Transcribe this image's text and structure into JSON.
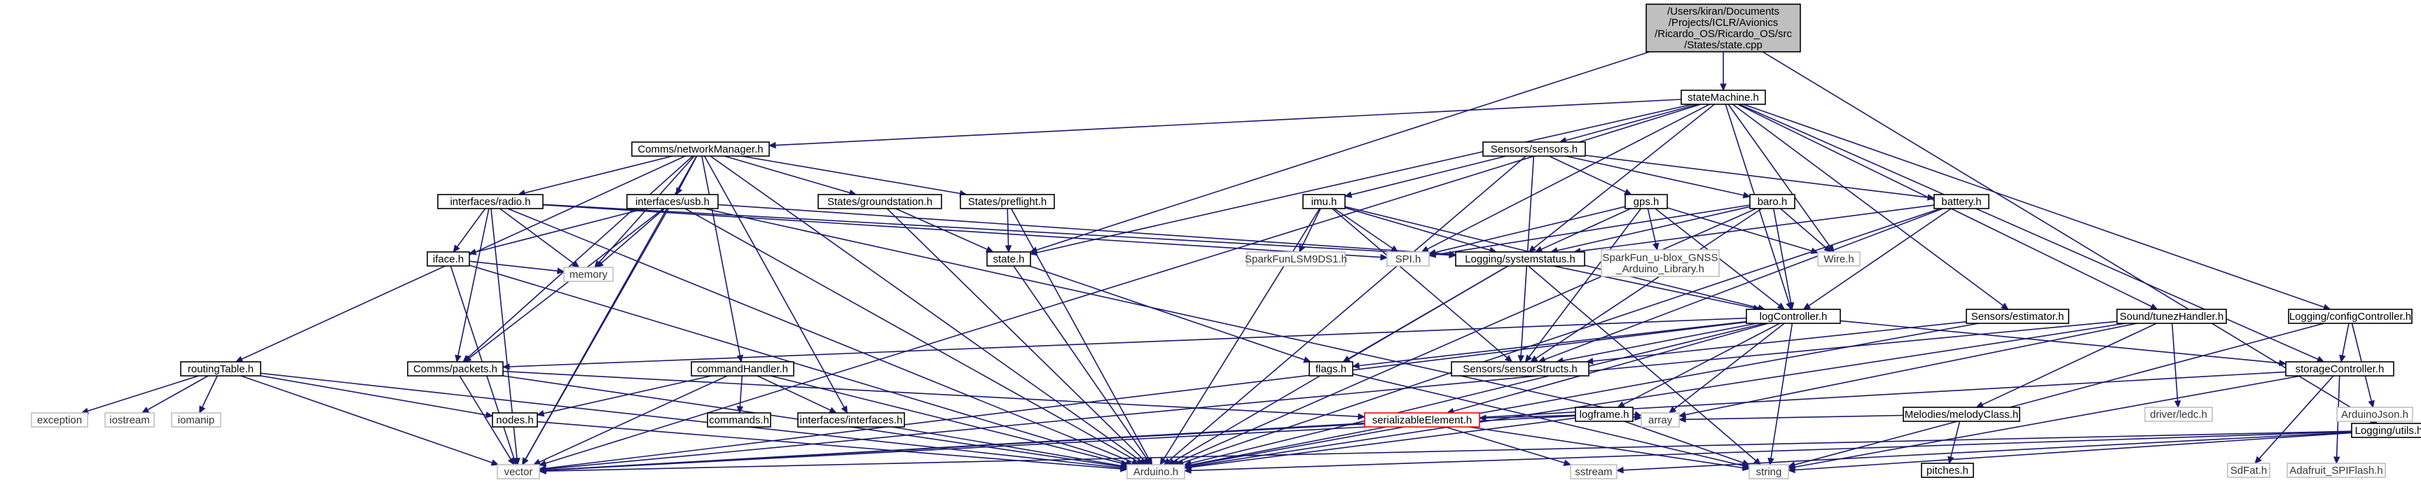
{
  "graph": {
    "colors": {
      "edge": "#191970",
      "node_border": "#000000",
      "root_fill": "#bfbfbf",
      "system_border": "#bfbfbf",
      "error_border": "#ff0000"
    },
    "nodes": [
      {
        "id": "state_cpp",
        "lines": [
          "/Users/kiran/Documents",
          "/Projects/ICLR/Avionics",
          "/Ricardo_OS/Ricardo_OS/src",
          "/States/state.cpp"
        ],
        "kind": "root"
      },
      {
        "id": "stateMachine",
        "lines": [
          "stateMachine.h"
        ],
        "kind": "normal"
      },
      {
        "id": "networkManager",
        "lines": [
          "Comms/networkManager.h"
        ],
        "kind": "normal"
      },
      {
        "id": "sensors",
        "lines": [
          "Sensors/sensors.h"
        ],
        "kind": "normal"
      },
      {
        "id": "radio",
        "lines": [
          "interfaces/radio.h"
        ],
        "kind": "normal"
      },
      {
        "id": "usb",
        "lines": [
          "interfaces/usb.h"
        ],
        "kind": "normal"
      },
      {
        "id": "groundstation",
        "lines": [
          "States/groundstation.h"
        ],
        "kind": "normal"
      },
      {
        "id": "preflight",
        "lines": [
          "States/preflight.h"
        ],
        "kind": "normal"
      },
      {
        "id": "imu",
        "lines": [
          "imu.h"
        ],
        "kind": "normal"
      },
      {
        "id": "gps",
        "lines": [
          "gps.h"
        ],
        "kind": "normal"
      },
      {
        "id": "baro",
        "lines": [
          "baro.h"
        ],
        "kind": "normal"
      },
      {
        "id": "battery",
        "lines": [
          "battery.h"
        ],
        "kind": "normal"
      },
      {
        "id": "iface",
        "lines": [
          "iface.h"
        ],
        "kind": "normal"
      },
      {
        "id": "memory",
        "lines": [
          "memory"
        ],
        "kind": "system"
      },
      {
        "id": "spi",
        "lines": [
          "SPI.h"
        ],
        "kind": "system"
      },
      {
        "id": "state_h",
        "lines": [
          "state.h"
        ],
        "kind": "normal"
      },
      {
        "id": "lsm9ds1",
        "lines": [
          "SparkFunLSM9DS1.h"
        ],
        "kind": "system"
      },
      {
        "id": "systemstatus",
        "lines": [
          "Logging/systemstatus.h"
        ],
        "kind": "normal"
      },
      {
        "id": "ublox",
        "lines": [
          "SparkFun_u-blox_GNSS",
          "_Arduino_Library.h"
        ],
        "kind": "system"
      },
      {
        "id": "wire",
        "lines": [
          "Wire.h"
        ],
        "kind": "system"
      },
      {
        "id": "estimator",
        "lines": [
          "Sensors/estimator.h"
        ],
        "kind": "normal"
      },
      {
        "id": "tunezHandler",
        "lines": [
          "Sound/tunezHandler.h"
        ],
        "kind": "normal"
      },
      {
        "id": "configController",
        "lines": [
          "Logging/configController.h"
        ],
        "kind": "normal"
      },
      {
        "id": "logController",
        "lines": [
          "logController.h"
        ],
        "kind": "normal"
      },
      {
        "id": "routingTable",
        "lines": [
          "routingTable.h"
        ],
        "kind": "normal"
      },
      {
        "id": "packets",
        "lines": [
          "Comms/packets.h"
        ],
        "kind": "normal"
      },
      {
        "id": "commandHandler",
        "lines": [
          "commandHandler.h"
        ],
        "kind": "normal"
      },
      {
        "id": "flags",
        "lines": [
          "flags.h"
        ],
        "kind": "normal"
      },
      {
        "id": "sensorStructs",
        "lines": [
          "Sensors/sensorStructs.h"
        ],
        "kind": "normal"
      },
      {
        "id": "logframe",
        "lines": [
          "logframe.h"
        ],
        "kind": "normal"
      },
      {
        "id": "melodyClass",
        "lines": [
          "Melodies/melodyClass.h"
        ],
        "kind": "normal"
      },
      {
        "id": "ledc",
        "lines": [
          "driver/ledc.h"
        ],
        "kind": "system"
      },
      {
        "id": "storageController",
        "lines": [
          "storageController.h"
        ],
        "kind": "normal"
      },
      {
        "id": "arduinojson",
        "lines": [
          "ArduinoJson.h"
        ],
        "kind": "system"
      },
      {
        "id": "exception",
        "lines": [
          "exception"
        ],
        "kind": "system"
      },
      {
        "id": "iostream",
        "lines": [
          "iostream"
        ],
        "kind": "system"
      },
      {
        "id": "iomanip",
        "lines": [
          "iomanip"
        ],
        "kind": "system"
      },
      {
        "id": "nodes",
        "lines": [
          "nodes.h"
        ],
        "kind": "normal"
      },
      {
        "id": "commands",
        "lines": [
          "commands.h"
        ],
        "kind": "normal"
      },
      {
        "id": "interfaces",
        "lines": [
          "interfaces/interfaces.h"
        ],
        "kind": "normal"
      },
      {
        "id": "serializable",
        "lines": [
          "serializableElement.h"
        ],
        "kind": "red"
      },
      {
        "id": "array",
        "lines": [
          "array"
        ],
        "kind": "system"
      },
      {
        "id": "pitches",
        "lines": [
          "pitches.h"
        ],
        "kind": "normal"
      },
      {
        "id": "sdfat",
        "lines": [
          "SdFat.h"
        ],
        "kind": "system"
      },
      {
        "id": "adafruit",
        "lines": [
          "Adafruit_SPIFlash.h"
        ],
        "kind": "system"
      },
      {
        "id": "loggingUtils",
        "lines": [
          "Logging/utils.h"
        ],
        "kind": "normal"
      },
      {
        "id": "vector",
        "lines": [
          "vector"
        ],
        "kind": "system"
      },
      {
        "id": "arduino",
        "lines": [
          "Arduino.h"
        ],
        "kind": "system"
      },
      {
        "id": "sstream",
        "lines": [
          "sstream"
        ],
        "kind": "system"
      },
      {
        "id": "string",
        "lines": [
          "string"
        ],
        "kind": "system"
      }
    ],
    "edges": [
      [
        "state_cpp",
        "stateMachine"
      ],
      [
        "state_cpp",
        "state_h"
      ],
      [
        "state_cpp",
        "loggingUtils"
      ],
      [
        "stateMachine",
        "networkManager"
      ],
      [
        "stateMachine",
        "sensors"
      ],
      [
        "stateMachine",
        "state_h"
      ],
      [
        "stateMachine",
        "spi"
      ],
      [
        "stateMachine",
        "systemstatus"
      ],
      [
        "stateMachine",
        "wire"
      ],
      [
        "stateMachine",
        "estimator"
      ],
      [
        "stateMachine",
        "tunezHandler"
      ],
      [
        "stateMachine",
        "configController"
      ],
      [
        "stateMachine",
        "logController"
      ],
      [
        "stateMachine",
        "storageController"
      ],
      [
        "stateMachine",
        "vector"
      ],
      [
        "networkManager",
        "radio"
      ],
      [
        "networkManager",
        "usb"
      ],
      [
        "networkManager",
        "groundstation"
      ],
      [
        "networkManager",
        "preflight"
      ],
      [
        "networkManager",
        "memory"
      ],
      [
        "networkManager",
        "routingTable"
      ],
      [
        "networkManager",
        "packets"
      ],
      [
        "networkManager",
        "commandHandler"
      ],
      [
        "networkManager",
        "interfaces"
      ],
      [
        "networkManager",
        "vector"
      ],
      [
        "networkManager",
        "arduino"
      ],
      [
        "sensors",
        "imu"
      ],
      [
        "sensors",
        "gps"
      ],
      [
        "sensors",
        "baro"
      ],
      [
        "sensors",
        "battery"
      ],
      [
        "sensors",
        "arduino"
      ],
      [
        "sensors",
        "sensorStructs"
      ],
      [
        "radio",
        "iface"
      ],
      [
        "radio",
        "spi"
      ],
      [
        "radio",
        "memory"
      ],
      [
        "radio",
        "packets"
      ],
      [
        "radio",
        "vector"
      ],
      [
        "radio",
        "arduino"
      ],
      [
        "radio",
        "systemstatus"
      ],
      [
        "usb",
        "iface"
      ],
      [
        "usb",
        "memory"
      ],
      [
        "usb",
        "packets"
      ],
      [
        "usb",
        "vector"
      ],
      [
        "usb",
        "arduino"
      ],
      [
        "usb",
        "array"
      ],
      [
        "usb",
        "systemstatus"
      ],
      [
        "groundstation",
        "state_h"
      ],
      [
        "groundstation",
        "arduino"
      ],
      [
        "preflight",
        "state_h"
      ],
      [
        "preflight",
        "arduino"
      ],
      [
        "imu",
        "spi"
      ],
      [
        "imu",
        "lsm9ds1"
      ],
      [
        "imu",
        "systemstatus"
      ],
      [
        "imu",
        "logController"
      ],
      [
        "imu",
        "sensorStructs"
      ],
      [
        "imu",
        "arduino"
      ],
      [
        "gps",
        "spi"
      ],
      [
        "gps",
        "ublox"
      ],
      [
        "gps",
        "wire"
      ],
      [
        "gps",
        "systemstatus"
      ],
      [
        "gps",
        "logController"
      ],
      [
        "gps",
        "sensorStructs"
      ],
      [
        "baro",
        "spi"
      ],
      [
        "baro",
        "wire"
      ],
      [
        "baro",
        "systemstatus"
      ],
      [
        "baro",
        "logController"
      ],
      [
        "baro",
        "sensorStructs"
      ],
      [
        "baro",
        "arduino"
      ],
      [
        "battery",
        "systemstatus"
      ],
      [
        "battery",
        "logController"
      ],
      [
        "battery",
        "sensorStructs"
      ],
      [
        "battery",
        "arduino"
      ],
      [
        "iface",
        "memory"
      ],
      [
        "iface",
        "vector"
      ],
      [
        "iface",
        "arduino"
      ],
      [
        "state_h",
        "flags"
      ],
      [
        "state_h",
        "arduino"
      ],
      [
        "systemstatus",
        "logController"
      ],
      [
        "systemstatus",
        "flags"
      ],
      [
        "systemstatus",
        "arduino"
      ],
      [
        "systemstatus",
        "string"
      ],
      [
        "estimator",
        "sensorStructs"
      ],
      [
        "estimator",
        "arduino"
      ],
      [
        "tunezHandler",
        "melodyClass"
      ],
      [
        "tunezHandler",
        "ledc"
      ],
      [
        "tunezHandler",
        "array"
      ],
      [
        "tunezHandler",
        "arduino"
      ],
      [
        "tunezHandler",
        "vector"
      ],
      [
        "configController",
        "storageController"
      ],
      [
        "configController",
        "arduinojson"
      ],
      [
        "configController",
        "string"
      ],
      [
        "logController",
        "packets"
      ],
      [
        "logController",
        "flags"
      ],
      [
        "logController",
        "sensorStructs"
      ],
      [
        "logController",
        "logframe"
      ],
      [
        "logController",
        "storageController"
      ],
      [
        "logController",
        "serializable"
      ],
      [
        "logController",
        "array"
      ],
      [
        "logController",
        "string"
      ],
      [
        "logController",
        "vector"
      ],
      [
        "logController",
        "arduino"
      ],
      [
        "routingTable",
        "exception"
      ],
      [
        "routingTable",
        "iostream"
      ],
      [
        "routingTable",
        "iomanip"
      ],
      [
        "routingTable",
        "nodes"
      ],
      [
        "routingTable",
        "vector"
      ],
      [
        "routingTable",
        "arduino"
      ],
      [
        "packets",
        "serializable"
      ],
      [
        "packets",
        "vector"
      ],
      [
        "packets",
        "arduino"
      ],
      [
        "commandHandler",
        "nodes"
      ],
      [
        "commandHandler",
        "commands"
      ],
      [
        "commandHandler",
        "interfaces"
      ],
      [
        "commandHandler",
        "vector"
      ],
      [
        "commandHandler",
        "arduino"
      ],
      [
        "flags",
        "string"
      ],
      [
        "logframe",
        "serializable"
      ],
      [
        "logframe",
        "array"
      ],
      [
        "logframe",
        "string"
      ],
      [
        "logframe",
        "arduino"
      ],
      [
        "logframe",
        "vector"
      ],
      [
        "melodyClass",
        "pitches"
      ],
      [
        "melodyClass",
        "array"
      ],
      [
        "storageController",
        "sdfat"
      ],
      [
        "storageController",
        "adafruit"
      ],
      [
        "storageController",
        "vector"
      ],
      [
        "storageController",
        "string"
      ],
      [
        "nodes",
        "arduino"
      ],
      [
        "interfaces",
        "arduino"
      ],
      [
        "serializable",
        "vector"
      ],
      [
        "serializable",
        "sstream"
      ],
      [
        "serializable",
        "string"
      ],
      [
        "serializable",
        "arduino"
      ],
      [
        "loggingUtils",
        "string"
      ],
      [
        "loggingUtils",
        "sstream"
      ],
      [
        "loggingUtils",
        "vector"
      ],
      [
        "loggingUtils",
        "arduino"
      ]
    ]
  }
}
